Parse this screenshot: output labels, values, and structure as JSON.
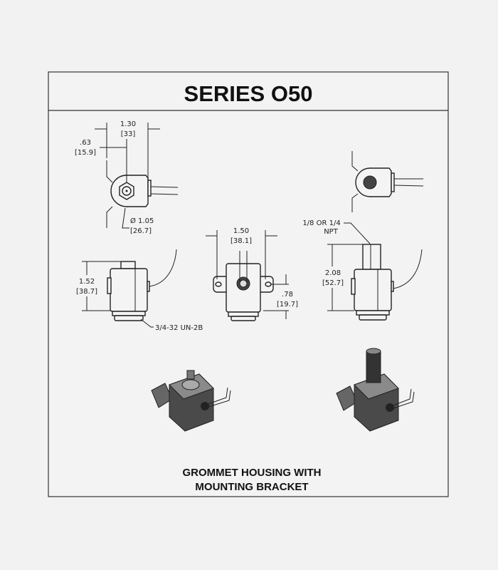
{
  "title": "SERIES O50",
  "dimensions": {
    "width_total": "1.30",
    "width_total_mm": "[33]",
    "offset": ".63",
    "offset_mm": "[15.9]",
    "diameter": "Ø 1.05",
    "diameter_mm": "[26.7]",
    "height_side": "1.52",
    "height_side_mm": "[38.7]",
    "thread": "3/4-32 UN-2B",
    "bracket_width": "1.50",
    "bracket_width_mm": "[38.1]",
    "bracket_height": ".78",
    "bracket_height_mm": "[19.7]",
    "port": "1/8 OR 1/4",
    "port_unit": "NPT",
    "height_npt": "2.08",
    "height_npt_mm": "[52.7]"
  },
  "caption": {
    "line1": "GROMMET HOUSING WITH",
    "line2": "MOUNTING BRACKET"
  }
}
